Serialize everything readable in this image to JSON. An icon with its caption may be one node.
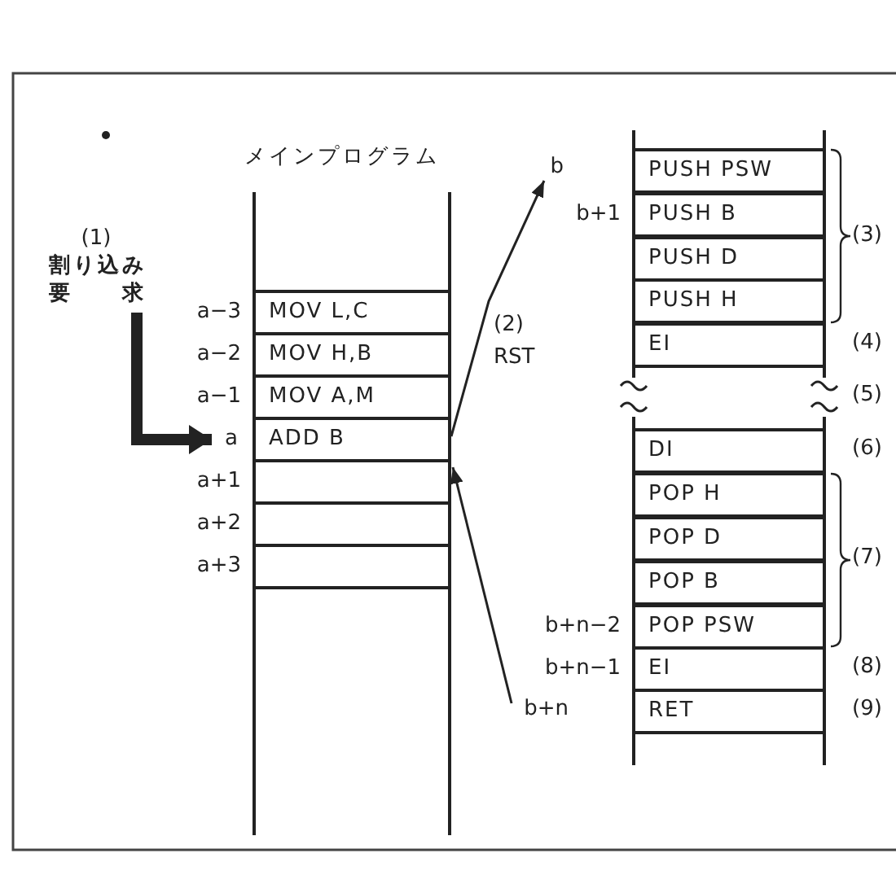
{
  "diagram": {
    "nodes": [
      {
        "text": [
          "(1)",
          "割り込み要求"
        ]
      },
      {
        "text": [
          "MOV L,C"
        ],
        "beside": [
          "a−3"
        ]
      },
      {
        "text": [
          "MOV H,B"
        ],
        "beside": [
          "a−2"
        ]
      },
      {
        "text": [
          "MOV A,M"
        ],
        "beside": [
          "a−1"
        ]
      },
      {
        "text": [
          "ADD B"
        ]
      },
      {
        "text": [],
        "shape": "box",
        "beside": [
          "a+1"
        ]
      },
      {
        "text": [],
        "shape": "box",
        "beside": [
          "a+2"
        ]
      },
      {
        "text": [],
        "shape": "box",
        "beside": [
          "a+3"
        ]
      },
      {
        "text": [
          "a"
        ]
      },
      {
        "text": [
          "b"
        ]
      },
      {
        "text": [
          "b+n"
        ]
      },
      {
        "text": [
          "PUSH PSW"
        ]
      },
      {
        "text": [
          "PUSH B"
        ],
        "beside": [
          "b+1"
        ]
      },
      {
        "text": [
          "PUSH D"
        ]
      },
      {
        "text": [
          "PUSH H"
        ]
      },
      {
        "text": [
          "EI"
        ]
      },
      {
        "text": [
          "DI"
        ]
      },
      {
        "text": [
          "POP H"
        ]
      },
      {
        "text": [
          "POP D"
        ]
      },
      {
        "text": [
          "POP B"
        ]
      },
      {
        "text": [
          "POP PSW"
        ],
        "beside": [
          "b+n−2"
        ]
      },
      {
        "text": [
          "EI"
        ],
        "beside": [
          "b+n−1"
        ]
      },
      {
        "text": [
          "RET"
        ]
      }
    ],
    "edges": [
      {
        "from": 0,
        "to": 8,
        "arrow": "to",
        "style": "thick"
      },
      {
        "from": 4,
        "to": 9,
        "arrow": "to",
        "label": "(2) RST"
      },
      {
        "from": 10,
        "to": 5,
        "arrow": "to"
      }
    ],
    "labels": [
      "メインプログラム",
      "(3)",
      "(4)",
      "(5)",
      "(6)",
      "(7)",
      "(8)",
      "(9)"
    ]
  }
}
